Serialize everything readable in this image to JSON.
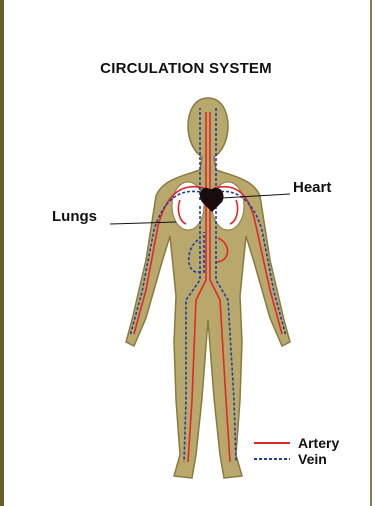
{
  "title": "CIRCULATION SYSTEM",
  "labels": {
    "heart": "Heart",
    "lungs": "Lungs"
  },
  "legend": {
    "artery": "Artery",
    "vein": "Vein"
  },
  "colors": {
    "body": "#b9a86c",
    "body_outline": "#8a7a3f",
    "artery": "#e0282a",
    "vein": "#1c3ea6",
    "heart": "#1a0c0c",
    "lungs": "#ffffff",
    "frame": "#6b5a2a"
  }
}
